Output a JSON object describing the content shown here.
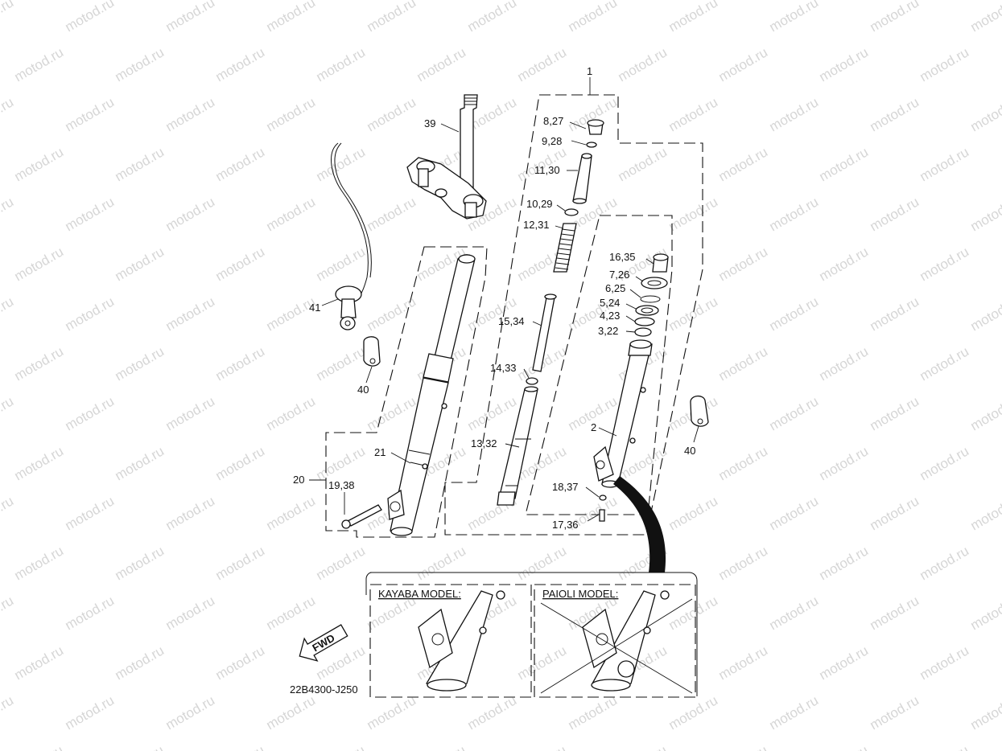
{
  "watermark": "motod.ru",
  "drawing_code": "22B4300-J250",
  "fwd_label": "FWD",
  "insets": {
    "kayaba": "KAYABA MODEL:",
    "paioli": "PAIOLI MODEL:"
  },
  "callouts": {
    "c1": "1",
    "c2": "2",
    "c3_22": "3,22",
    "c4_23": "4,23",
    "c5_24": "5,24",
    "c6_25": "6,25",
    "c7_26": "7,26",
    "c8_27": "8,27",
    "c9_28": "9,28",
    "c10_29": "10,29",
    "c11_30": "11,30",
    "c12_31": "12,31",
    "c13_32": "13,32",
    "c14_33": "14,33",
    "c15_34": "15,34",
    "c16_35": "16,35",
    "c17_36": "17,36",
    "c18_37": "18,37",
    "c19_38": "19,38",
    "c20": "20",
    "c21": "21",
    "c39": "39",
    "c40a": "40",
    "c40b": "40",
    "c41": "41"
  }
}
